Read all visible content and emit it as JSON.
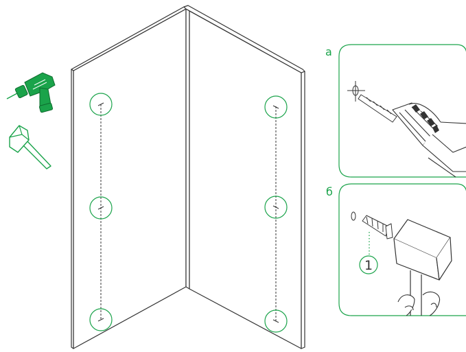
{
  "colors": {
    "accent": "#1aa34a",
    "line": "#333333",
    "background": "#ffffff"
  },
  "icons": {
    "tool_1": "power-drill-icon",
    "tool_2": "hammer-icon"
  },
  "detail_a": {
    "label": "а"
  },
  "detail_b": {
    "label": "б",
    "callout": "1"
  }
}
